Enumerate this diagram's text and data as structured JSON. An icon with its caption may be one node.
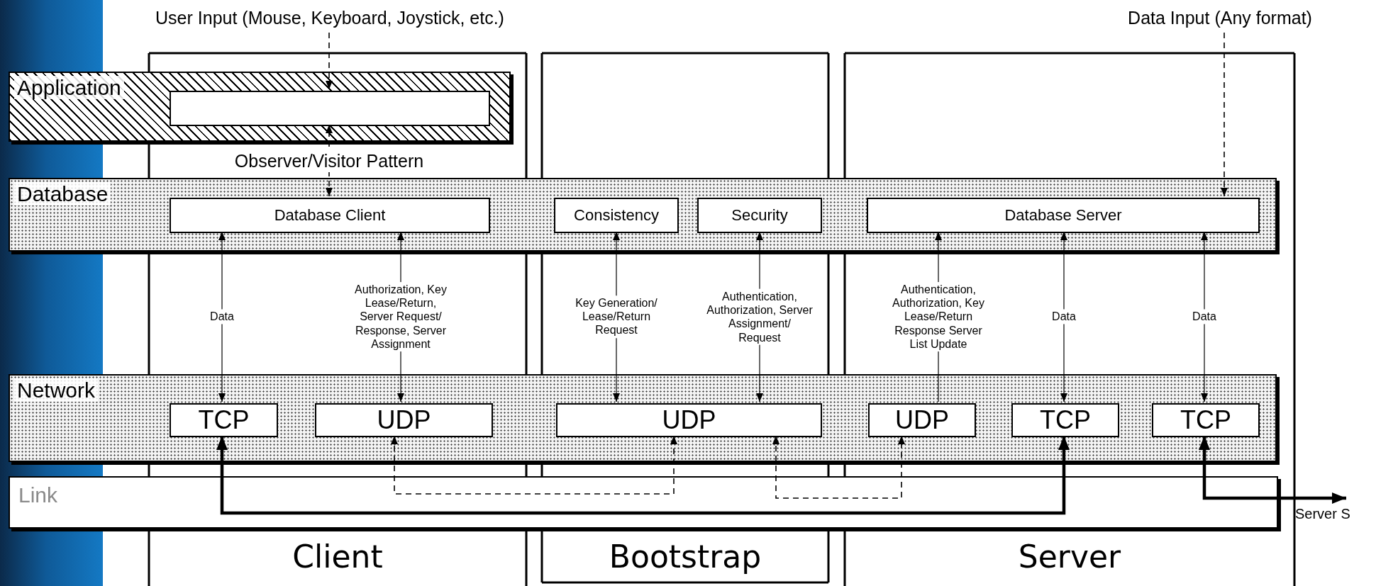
{
  "diagram": {
    "nodes": [
      {
        "text": [
          "User Input (Mouse, Keyboard, Joystick, etc.)"
        ]
      },
      {
        "text": [
          "Data Input (Any format)"
        ]
      },
      {
        "text": [
          "Application"
        ]
      },
      {
        "text": [],
        "shape": "box",
        "in": 2
      },
      {
        "text": [
          "Database"
        ]
      },
      {
        "text": [
          "Database Client"
        ],
        "in": 4
      },
      {
        "text": [
          "Consistency"
        ],
        "in": 4
      },
      {
        "text": [
          "Security"
        ],
        "in": 4
      },
      {
        "text": [
          "Database Server"
        ],
        "in": 4
      },
      {
        "text": [
          "Network"
        ]
      },
      {
        "text": [
          "TCP"
        ],
        "in": 9
      },
      {
        "text": [
          "UDP"
        ],
        "in": 9
      },
      {
        "text": [
          "UDP"
        ],
        "in": 9
      },
      {
        "text": [
          "UDP"
        ],
        "in": 9
      },
      {
        "text": [
          "TCP"
        ],
        "in": 9
      },
      {
        "text": [
          "TCP"
        ],
        "in": 9
      },
      {
        "text": [
          "Server S"
        ]
      }
    ],
    "edges": [
      {
        "from": 0,
        "to": 3,
        "arrow": "to",
        "style": "dashed"
      },
      {
        "from": 1,
        "to": 8,
        "arrow": "to",
        "style": "dashed"
      },
      {
        "from": 5,
        "to": 3,
        "arrow": "both",
        "style": "dashed",
        "label": "Observer/Visitor Pattern"
      },
      {
        "from": 5,
        "to": 10,
        "arrow": "both",
        "label": "Data"
      },
      {
        "from": 5,
        "to": 11,
        "arrow": "both",
        "label": "Authorization, Key Lease/Return, Server Request/ Response, Server Assignment"
      },
      {
        "from": 6,
        "to": 12,
        "arrow": "both",
        "label": "Key Generation/ Lease/Return Request"
      },
      {
        "from": 7,
        "to": 12,
        "arrow": "both",
        "label": "Authentication, Authorization, Server Assignment/ Request"
      },
      {
        "from": 13,
        "to": 8,
        "arrow": "to",
        "label": "Authentication, Authorization, Key Lease/Return Response Server List Update"
      },
      {
        "from": 8,
        "to": 14,
        "arrow": "both",
        "label": "Data"
      },
      {
        "from": 8,
        "to": 15,
        "arrow": "both",
        "label": "Data"
      },
      {
        "from": 10,
        "to": 14,
        "arrow": "both",
        "style": "thick"
      },
      {
        "from": 11,
        "to": 12,
        "arrow": "both",
        "style": "dashed"
      },
      {
        "from": 12,
        "to": 13,
        "arrow": "both",
        "style": "dashed"
      },
      {
        "from": 15,
        "to": 16,
        "arrow": "both",
        "style": "thick"
      }
    ],
    "labels": [
      "Link",
      "Client",
      "Bootstrap",
      "Server"
    ]
  }
}
